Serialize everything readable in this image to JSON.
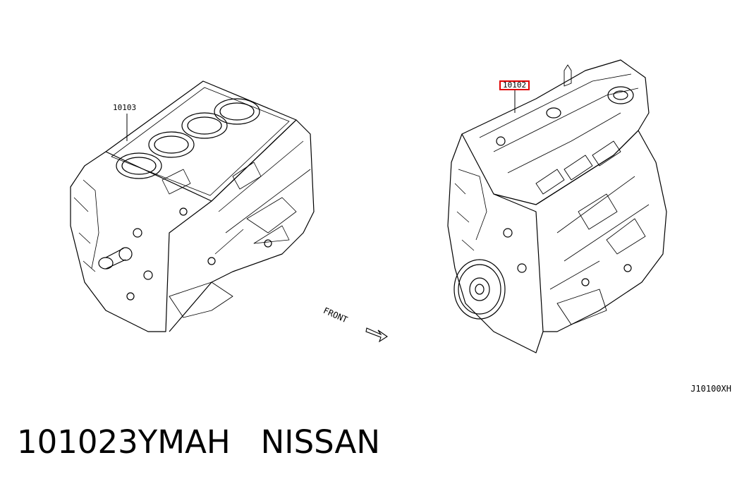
{
  "diagram": {
    "callouts": {
      "short_block": "10103",
      "long_block": "10102"
    },
    "front_label": "FRONT",
    "figure_code": "J10100XH",
    "part_number": "101023YMAH",
    "brand": "NISSAN",
    "highlight_color": "#e00000"
  }
}
